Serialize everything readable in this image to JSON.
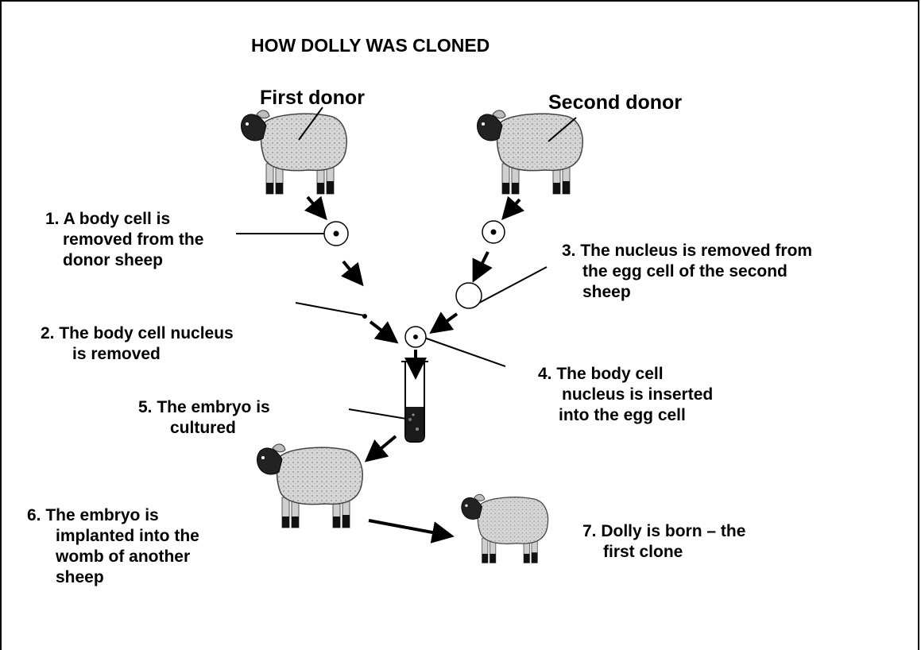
{
  "title": "HOW DOLLY WAS CLONED",
  "donors": {
    "first": "First donor",
    "second": "Second donor"
  },
  "steps": [
    {
      "lines": [
        "1. A body cell is",
        "removed from the",
        "donor sheep"
      ]
    },
    {
      "lines": [
        "2. The body cell nucleus",
        "is removed"
      ]
    },
    {
      "lines": [
        "3. The nucleus is removed from",
        "the egg cell of the second",
        "sheep"
      ]
    },
    {
      "lines": [
        "4. The body cell",
        "nucleus is inserted",
        "into the egg cell"
      ]
    },
    {
      "lines": [
        "5. The embryo is",
        "cultured"
      ]
    },
    {
      "lines": [
        "6. The embryo is",
        "implanted into the",
        "womb of another",
        "sheep"
      ]
    },
    {
      "lines": [
        "7. Dolly is born – the",
        "first clone"
      ]
    }
  ],
  "colors": {
    "ink": "#000000",
    "wool": "#d4d4d4",
    "background": "#ffffff"
  },
  "icons": [
    "sheep-icon",
    "cell-icon",
    "test-tube-icon",
    "arrow-icon"
  ]
}
